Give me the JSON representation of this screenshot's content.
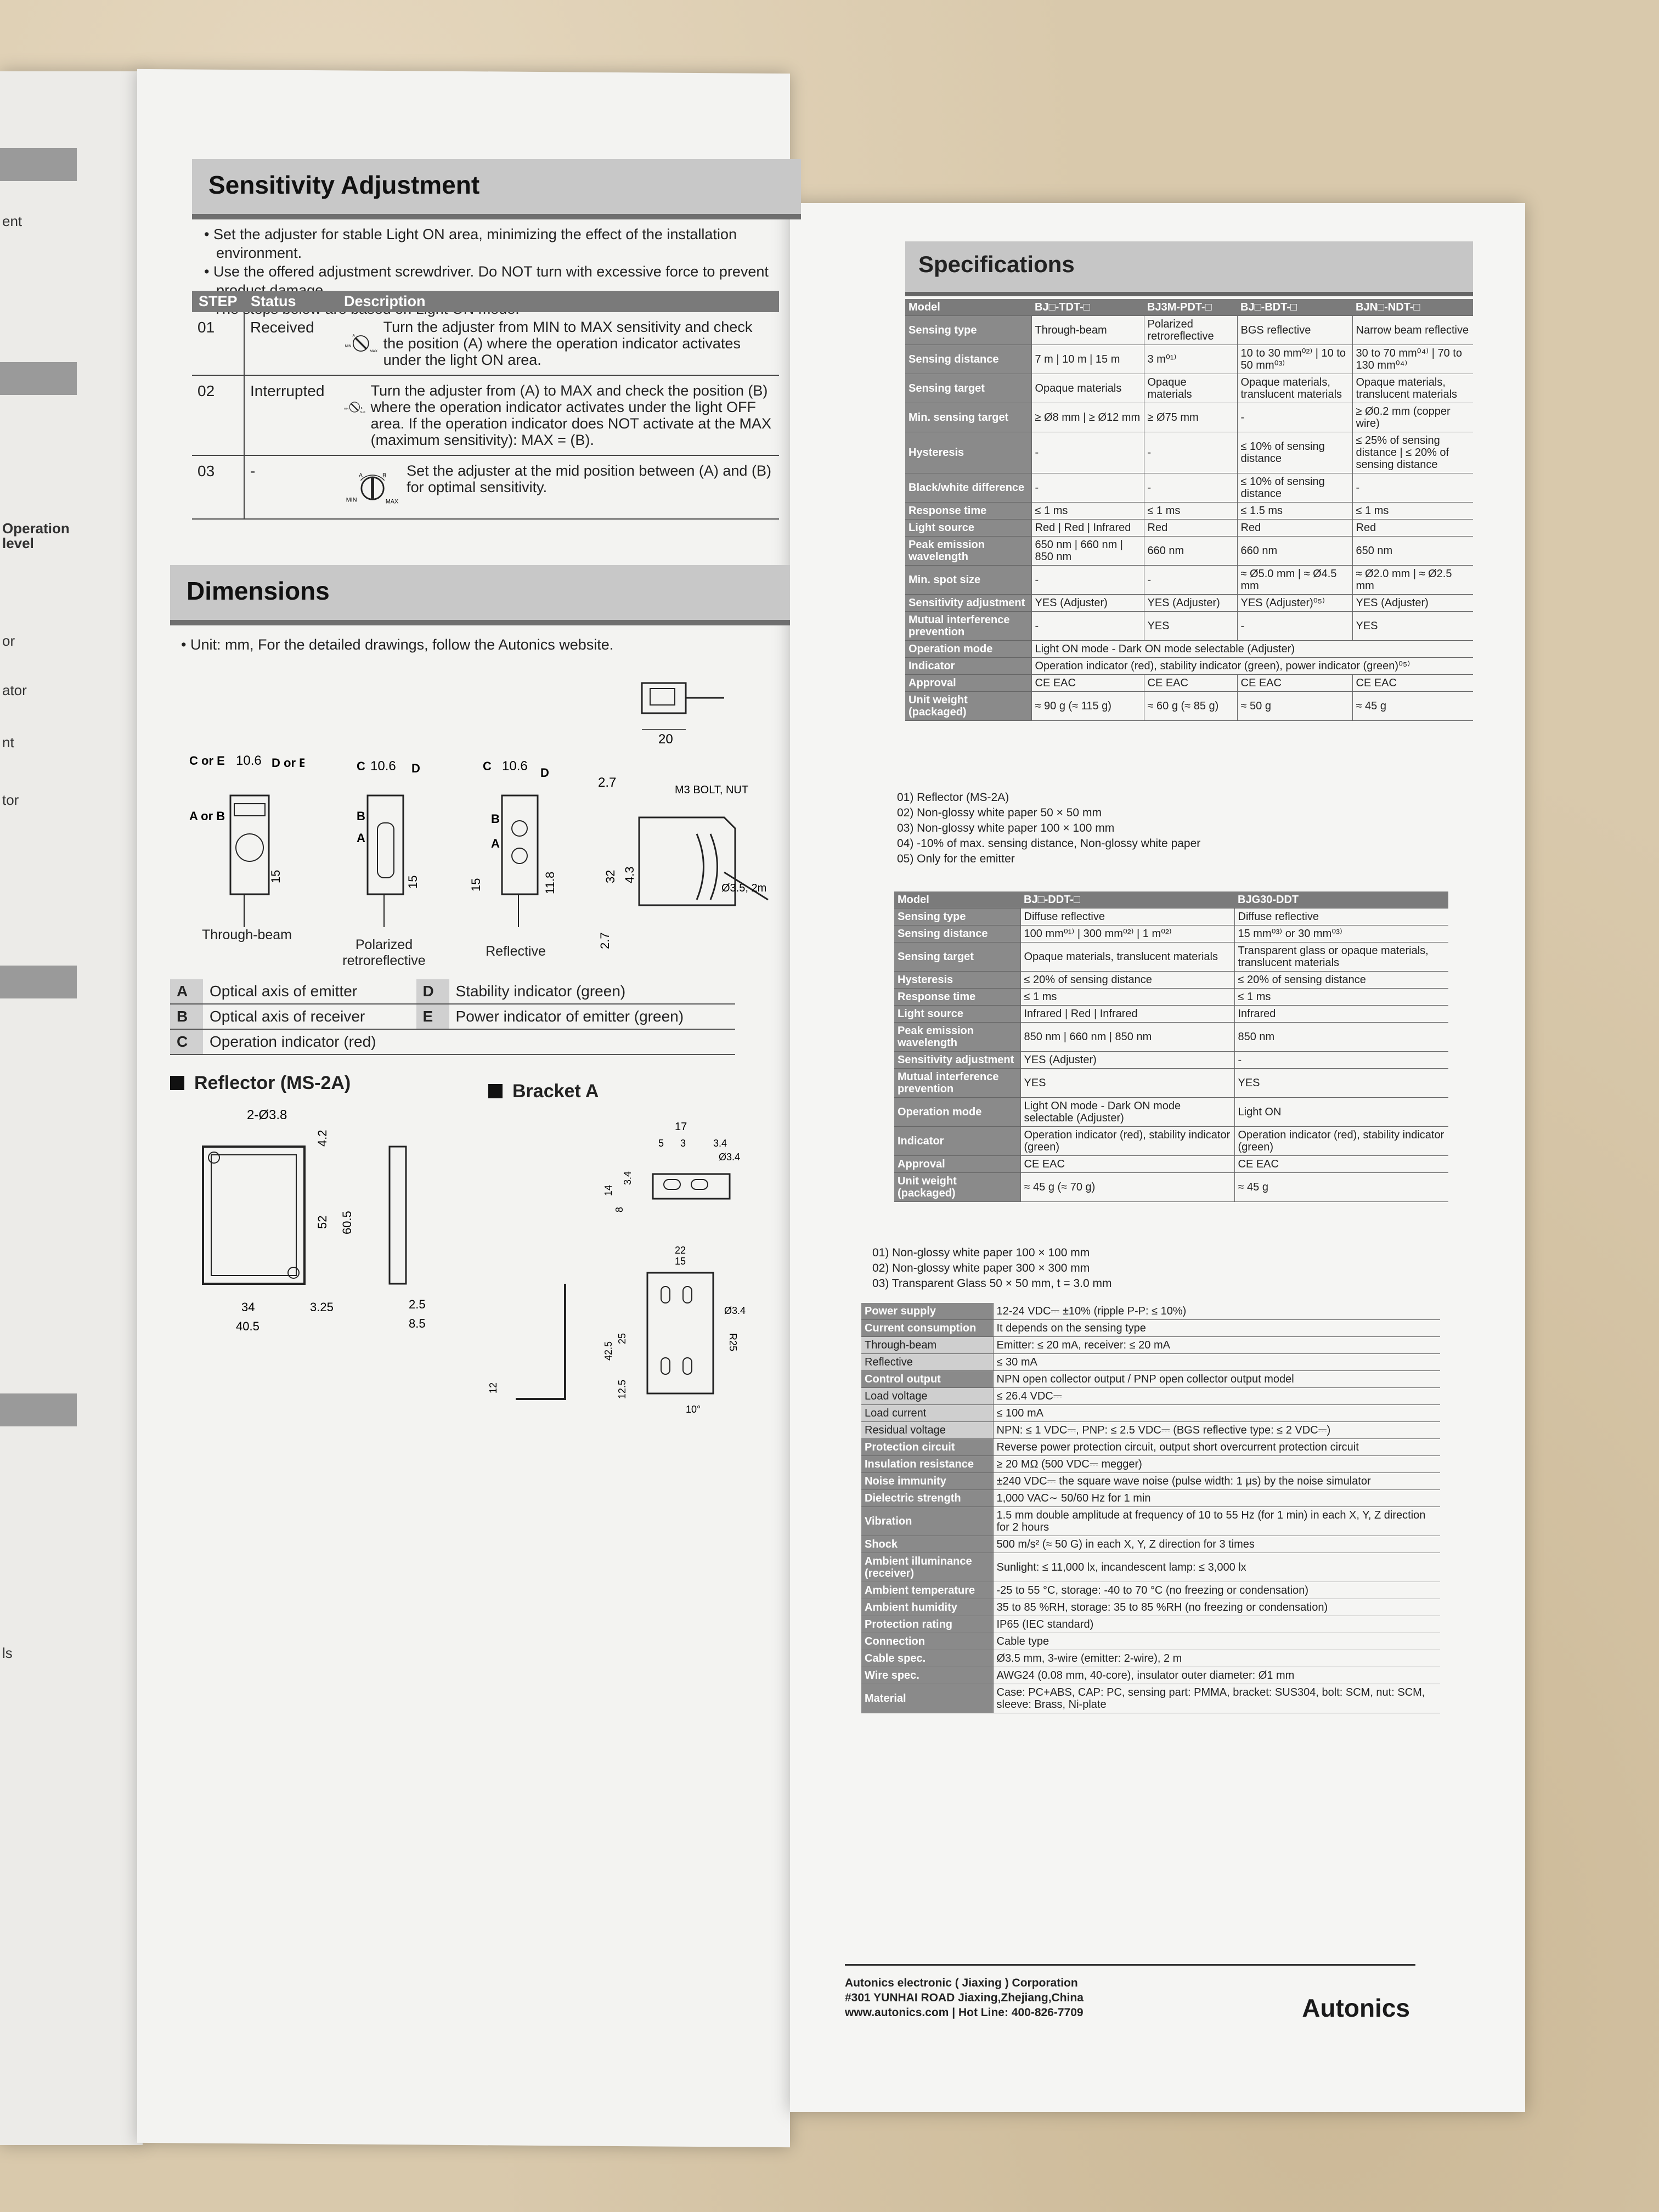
{
  "left_edge": {
    "fragments": [
      "ent",
      "Operation level",
      "or",
      "ator",
      "nt",
      "tor",
      "ls"
    ]
  },
  "sensitivity": {
    "title": "Sensitivity Adjustment",
    "bullets": [
      "• Set the adjuster for stable Light ON area, minimizing the effect of the installation environment.",
      "• Use the offered adjustment screwdriver. Do NOT turn with excessive force to prevent product damage.",
      "• The steps below are based on Light ON mode."
    ],
    "headers": [
      "STEP",
      "Status",
      "Description"
    ],
    "rows": [
      {
        "step": "01",
        "status": "Received",
        "desc": "Turn the adjuster from MIN to MAX sensitivity and check the position (A) where the operation indicator activates under the light ON area."
      },
      {
        "step": "02",
        "status": "Interrupted",
        "desc": "Turn the adjuster from (A) to MAX and check the position (B) where the operation indicator activates under the light OFF area. If the operation indicator does NOT activate at the MAX (maximum sensitivity): MAX = (B)."
      },
      {
        "step": "03",
        "status": "-",
        "desc": "Set the adjuster at the mid position between (A) and (B) for optimal sensitivity."
      }
    ],
    "knob_labels": {
      "min": "MIN",
      "max": "MAX",
      "a": "A",
      "b": "B"
    }
  },
  "dimensions": {
    "title": "Dimensions",
    "unit_note": "• Unit: mm, For the detailed drawings, follow the Autonics website.",
    "top_dim": "20",
    "drawings": [
      {
        "label": "Through-beam",
        "dims": [
          "C or E",
          "10.6",
          "D or E",
          "A or B",
          "15"
        ]
      },
      {
        "label": "Polarized retroreflective",
        "dims": [
          "C",
          "10.6",
          "D",
          "B",
          "A",
          "15"
        ]
      },
      {
        "label": "Reflective",
        "dims": [
          "C",
          "10.6",
          "D",
          "B",
          "A",
          "15",
          "11.8"
        ]
      },
      {
        "label": "",
        "dims": [
          "2.7",
          "M3 BOLT, NUT",
          "32",
          "4.3",
          "2.7",
          "Ø3.5, 2m"
        ]
      }
    ],
    "legend": [
      {
        "key": "A",
        "text": "Optical axis of emitter",
        "key2": "D",
        "text2": "Stability indicator (green)"
      },
      {
        "key": "B",
        "text": "Optical axis of receiver",
        "key2": "E",
        "text2": "Power indicator of emitter (green)"
      },
      {
        "key": "C",
        "text": "Operation indicator (red)",
        "key2": "",
        "text2": ""
      }
    ],
    "reflector_title": "Reflector (MS-2A)",
    "reflector_dims": [
      "2-Ø3.8",
      "4.2",
      "52",
      "60.5",
      "34",
      "40.5",
      "3.25",
      "2.5",
      "8.5"
    ],
    "bracket_title": "Bracket A",
    "bracket_dims": [
      "17",
      "5",
      "3",
      "3.4",
      "Ø3.4",
      "3.4",
      "14",
      "8",
      "22",
      "15",
      "Ø3.4",
      "42.5",
      "25",
      "12.5",
      "R25",
      "10°",
      "12"
    ]
  },
  "specs": {
    "title": "Specifications",
    "t1_header": [
      "Model",
      "BJ□-TDT-□",
      "BJ3M-PDT-□",
      "BJ□-BDT-□",
      "BJN□-NDT-□"
    ],
    "t1_rows": [
      [
        "Sensing type",
        "Through-beam",
        "Polarized retroreflective",
        "BGS reflective",
        "Narrow beam reflective"
      ],
      [
        "Sensing distance",
        "7 m | 10 m | 15 m",
        "3 m⁰¹⁾",
        "10 to 30 mm⁰²⁾ | 10 to 50 mm⁰³⁾",
        "30 to 70 mm⁰⁴⁾ | 70 to 130 mm⁰⁴⁾"
      ],
      [
        "Sensing target",
        "Opaque materials",
        "Opaque materials",
        "Opaque materials, translucent materials",
        "Opaque materials, translucent materials"
      ],
      [
        "Min. sensing target",
        "≥ Ø8 mm | ≥ Ø12 mm",
        "≥ Ø75 mm",
        "-",
        "≥ Ø0.2 mm (copper wire)"
      ],
      [
        "Hysteresis",
        "-",
        "-",
        "≤ 10% of sensing distance",
        "≤ 25% of sensing distance | ≤ 20% of sensing distance"
      ],
      [
        "Black/white difference",
        "-",
        "-",
        "≤ 10% of sensing distance",
        "-"
      ],
      [
        "Response time",
        "≤ 1 ms",
        "≤ 1 ms",
        "≤ 1.5 ms",
        "≤ 1 ms"
      ],
      [
        "Light source",
        "Red | Red | Infrared",
        "Red",
        "Red",
        "Red"
      ],
      [
        "Peak emission wavelength",
        "650 nm | 660 nm | 850 nm",
        "660 nm",
        "660 nm",
        "650 nm"
      ],
      [
        "Min. spot size",
        "-",
        "-",
        "≈ Ø5.0 mm | ≈ Ø4.5 mm",
        "≈ Ø2.0 mm | ≈ Ø2.5 mm"
      ],
      [
        "Sensitivity adjustment",
        "YES (Adjuster)",
        "YES (Adjuster)",
        "YES (Adjuster)⁰⁵⁾",
        "YES (Adjuster)"
      ],
      [
        "Mutual interference prevention",
        "-",
        "YES",
        "-",
        "YES"
      ],
      [
        "Operation mode",
        "Light ON mode - Dark ON mode selectable (Adjuster)",
        "",
        "",
        ""
      ],
      [
        "Indicator",
        "Operation indicator (red), stability indicator (green), power indicator (green)⁰⁵⁾",
        "",
        "",
        ""
      ],
      [
        "Approval",
        "CE EAC",
        "CE EAC",
        "CE EAC",
        "CE EAC"
      ],
      [
        "Unit weight (packaged)",
        "≈ 90 g (≈ 115 g)",
        "≈ 60 g (≈ 85 g)",
        "≈ 50 g",
        "≈ 45 g"
      ]
    ],
    "t1_notes": [
      "01) Reflector (MS-2A)",
      "02) Non-glossy white paper 50 × 50 mm",
      "03) Non-glossy white paper 100 × 100 mm",
      "04) -10% of max. sensing distance, Non-glossy white paper",
      "05) Only for the emitter"
    ],
    "t2_header": [
      "Model",
      "BJ□-DDT-□",
      "BJG30-DDT"
    ],
    "t2_rows": [
      [
        "Sensing type",
        "Diffuse reflective",
        "Diffuse reflective"
      ],
      [
        "Sensing distance",
        "100 mm⁰¹⁾ | 300 mm⁰²⁾ | 1 m⁰²⁾",
        "15 mm⁰³⁾ or 30 mm⁰³⁾"
      ],
      [
        "Sensing target",
        "Opaque materials, translucent materials",
        "Transparent glass or opaque materials, translucent materials"
      ],
      [
        "Hysteresis",
        "≤ 20% of sensing distance",
        "≤ 20% of sensing distance"
      ],
      [
        "Response time",
        "≤ 1 ms",
        "≤ 1 ms"
      ],
      [
        "Light source",
        "Infrared | Red | Infrared",
        "Infrared"
      ],
      [
        "Peak emission wavelength",
        "850 nm | 660 nm | 850 nm",
        "850 nm"
      ],
      [
        "Sensitivity adjustment",
        "YES (Adjuster)",
        "-"
      ],
      [
        "Mutual interference prevention",
        "YES",
        "YES"
      ],
      [
        "Operation mode",
        "Light ON mode - Dark ON mode selectable (Adjuster)",
        "Light ON"
      ],
      [
        "Indicator",
        "Operation indicator (red), stability indicator (green)",
        "Operation indicator (red), stability indicator (green)"
      ],
      [
        "Approval",
        "CE EAC",
        "CE EAC"
      ],
      [
        "Unit weight (packaged)",
        "≈ 45 g (≈ 70 g)",
        "≈ 45 g"
      ]
    ],
    "t2_notes": [
      "01) Non-glossy white paper 100 × 100 mm",
      "02) Non-glossy white paper 300 × 300 mm",
      "03) Transparent Glass 50 × 50 mm, t = 3.0 mm"
    ],
    "t3_rows": [
      [
        "Power supply",
        "",
        "12-24 VDC⎓ ±10% (ripple P-P: ≤ 10%)"
      ],
      [
        "Current consumption",
        "",
        "It depends on the sensing type"
      ],
      [
        "",
        "Through-beam",
        "Emitter: ≤ 20 mA, receiver: ≤ 20 mA"
      ],
      [
        "",
        "Reflective",
        "≤ 30 mA"
      ],
      [
        "Control output",
        "",
        "NPN open collector output / PNP open collector output model"
      ],
      [
        "",
        "Load voltage",
        "≤ 26.4 VDC⎓"
      ],
      [
        "",
        "Load current",
        "≤ 100 mA"
      ],
      [
        "",
        "Residual voltage",
        "NPN: ≤ 1 VDC⎓, PNP: ≤ 2.5 VDC⎓ (BGS reflective type: ≤ 2 VDC⎓)"
      ],
      [
        "Protection circuit",
        "",
        "Reverse power protection circuit, output short overcurrent protection circuit"
      ],
      [
        "Insulation resistance",
        "",
        "≥ 20 MΩ (500 VDC⎓ megger)"
      ],
      [
        "Noise immunity",
        "",
        "±240 VDC⎓ the square wave noise (pulse width: 1 μs) by the noise simulator"
      ],
      [
        "Dielectric strength",
        "",
        "1,000 VAC∼ 50/60 Hz for 1 min"
      ],
      [
        "Vibration",
        "",
        "1.5 mm double amplitude at frequency of 10 to 55 Hz (for 1 min) in each X, Y, Z direction for 2 hours"
      ],
      [
        "Shock",
        "",
        "500 m/s² (≈ 50 G) in each X, Y, Z direction for 3 times"
      ],
      [
        "Ambient illuminance (receiver)",
        "",
        "Sunlight: ≤ 11,000 lx, incandescent lamp: ≤ 3,000 lx"
      ],
      [
        "Ambient temperature",
        "",
        "-25 to 55 °C, storage: -40 to 70 °C (no freezing or condensation)"
      ],
      [
        "Ambient humidity",
        "",
        "35 to 85 %RH, storage: 35 to 85 %RH (no freezing or condensation)"
      ],
      [
        "Protection rating",
        "",
        "IP65 (IEC standard)"
      ],
      [
        "Connection",
        "",
        "Cable type"
      ],
      [
        "Cable spec.",
        "",
        "Ø3.5 mm, 3-wire (emitter: 2-wire), 2 m"
      ],
      [
        "Wire spec.",
        "",
        "AWG24 (0.08 mm, 40-core), insulator outer diameter: Ø1 mm"
      ],
      [
        "Material",
        "",
        "Case: PC+ABS, CAP: PC, sensing part: PMMA, bracket: SUS304, bolt: SCM, nut: SCM, sleeve: Brass, Ni-plate"
      ]
    ]
  },
  "footer": {
    "company": "Autonics electronic ( Jiaxing ) Corporation",
    "address": "#301 YUNHAI ROAD Jiaxing,Zhejiang,China",
    "contact": "www.autonics.com | Hot Line: 400-826-7709",
    "brand": "Autonics"
  }
}
